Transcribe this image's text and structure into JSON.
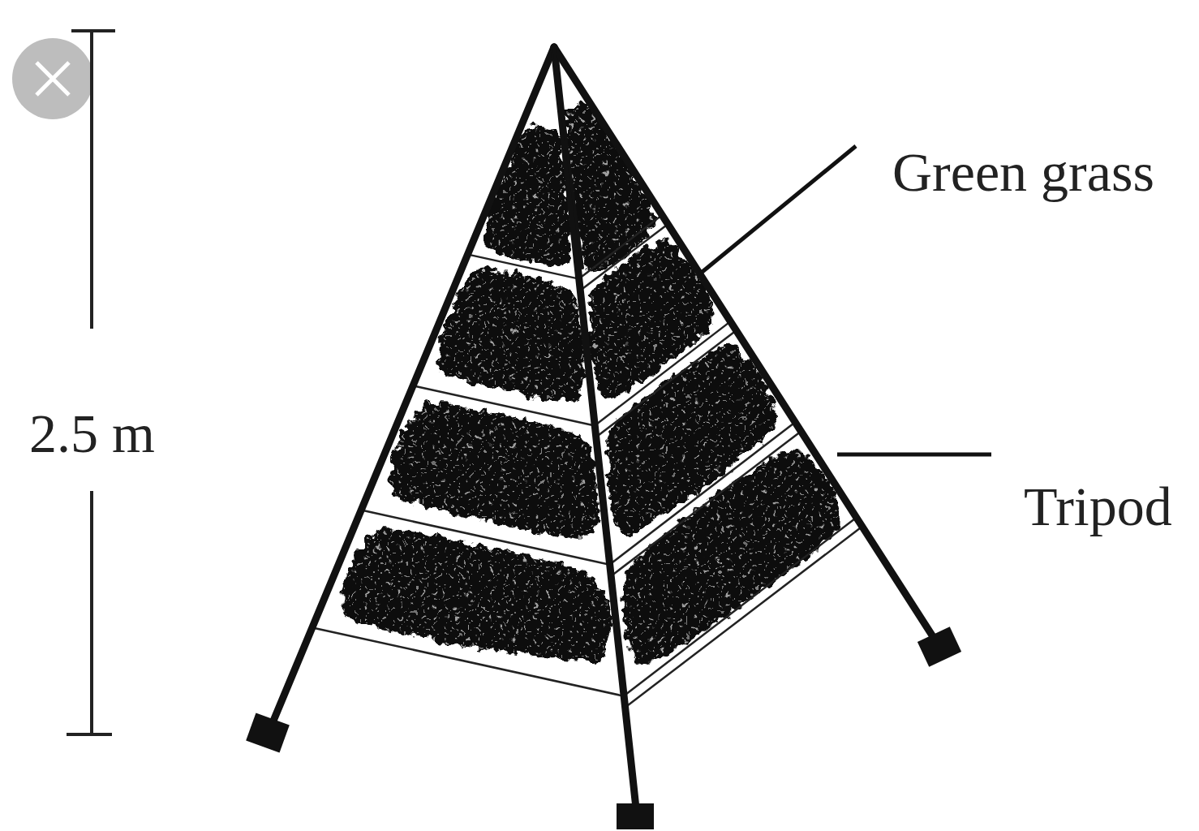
{
  "diagram": {
    "labels": [
      "Green grass",
      "Tripod",
      "2.5 m"
    ]
  }
}
